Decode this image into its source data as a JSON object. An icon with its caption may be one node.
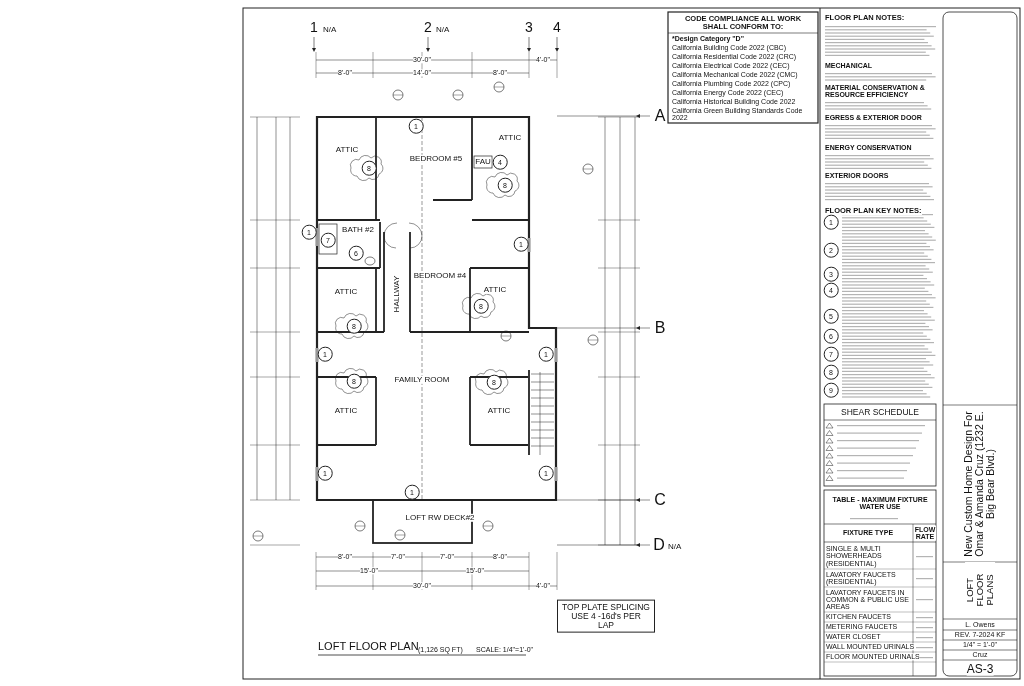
{
  "diagram": {
    "labels": [
      "1",
      "N/A",
      "2",
      "N/A",
      "3",
      "4",
      "CODE COMPLIANCE ALL WORK SHALL CONFORM TO:",
      "*Design Category \"D\"",
      "California Building Code 2022 (CBC)",
      "California Residential Code 2022 (CRC)",
      "California Electrical Code 2022 (CEC)",
      "California Mechanical Code 2022 (CMC)",
      "California Plumbing Code 2022 (CPC)",
      "California Energy Code 2022 (CEC)",
      "California Historical Building Code 2022",
      "California Green Building Standards Code 2022",
      "30'-0\"",
      "4'-0\"",
      "8'-0\"",
      "14'-0\"",
      "8'-0\"",
      "A",
      "ATTIC",
      "BEDROOM #5",
      "FAU",
      "4",
      "ATTIC",
      "8",
      "8",
      "1",
      "BATH #2",
      "7",
      "6",
      "1",
      "1",
      "BEDROOM #4",
      "ATTIC",
      "HALLWAY",
      "ATTIC",
      "8",
      "8",
      "B",
      "1",
      "1",
      "8",
      "FAMILY ROOM",
      "8",
      "ATTIC",
      "ATTIC",
      "1",
      "1",
      "1",
      "C",
      "LOFT RW DECK#2",
      "D",
      "N/A",
      "8'-0\"",
      "7'-0\"",
      "7'-0\"",
      "8'-0\"",
      "15'-0\"",
      "15'-0\"",
      "30'-0\"",
      "4'-0\"",
      "TOP PLATE SPLICING USE 4 -16d's PER LAP",
      "LOFT FLOOR PLAN",
      "(1,126 SQ FT)",
      "SCALE: 1/4\"=1'-0\"",
      "FLOOR PLAN NOTES:",
      "MECHANICAL",
      "MATERIAL CONSERVATION & RESOURCE EFFICIENCY",
      "EGRESS & EXTERIOR DOOR",
      "ENERGY CONSERVATION",
      "EXTERIOR DOORS",
      "FLOOR PLAN KEY NOTES:",
      "1",
      "2",
      "3",
      "4",
      "5",
      "6",
      "7",
      "8",
      "9",
      "SHEAR SCHEDULE",
      "TABLE - MAXIMUM FIXTURE WATER USE",
      "FIXTURE TYPE",
      "FLOW RATE",
      "SINGLE & MULTI SHOWERHEADS (RESIDENTIAL)",
      "LAVATORY FAUCETS (RESIDENTIAL)",
      "LAVATORY FAUCETS IN COMMON & PUBLIC USE AREAS",
      "KITCHEN FAUCETS",
      "METERING FAUCETS",
      "WATER CLOSET",
      "WALL MOUNTED URINALS",
      "FLOOR MOUNTED URINALS",
      "New Custom Home Design For Omar & Amanda Cruz (1232 E. Big Bear Blvd.)",
      "LOFT FLOOR PLANS",
      "L. Owens",
      "REV. 7-2024 KF",
      "1/4\" = 1'-0\"",
      "Cruz",
      "AS-3"
    ]
  }
}
